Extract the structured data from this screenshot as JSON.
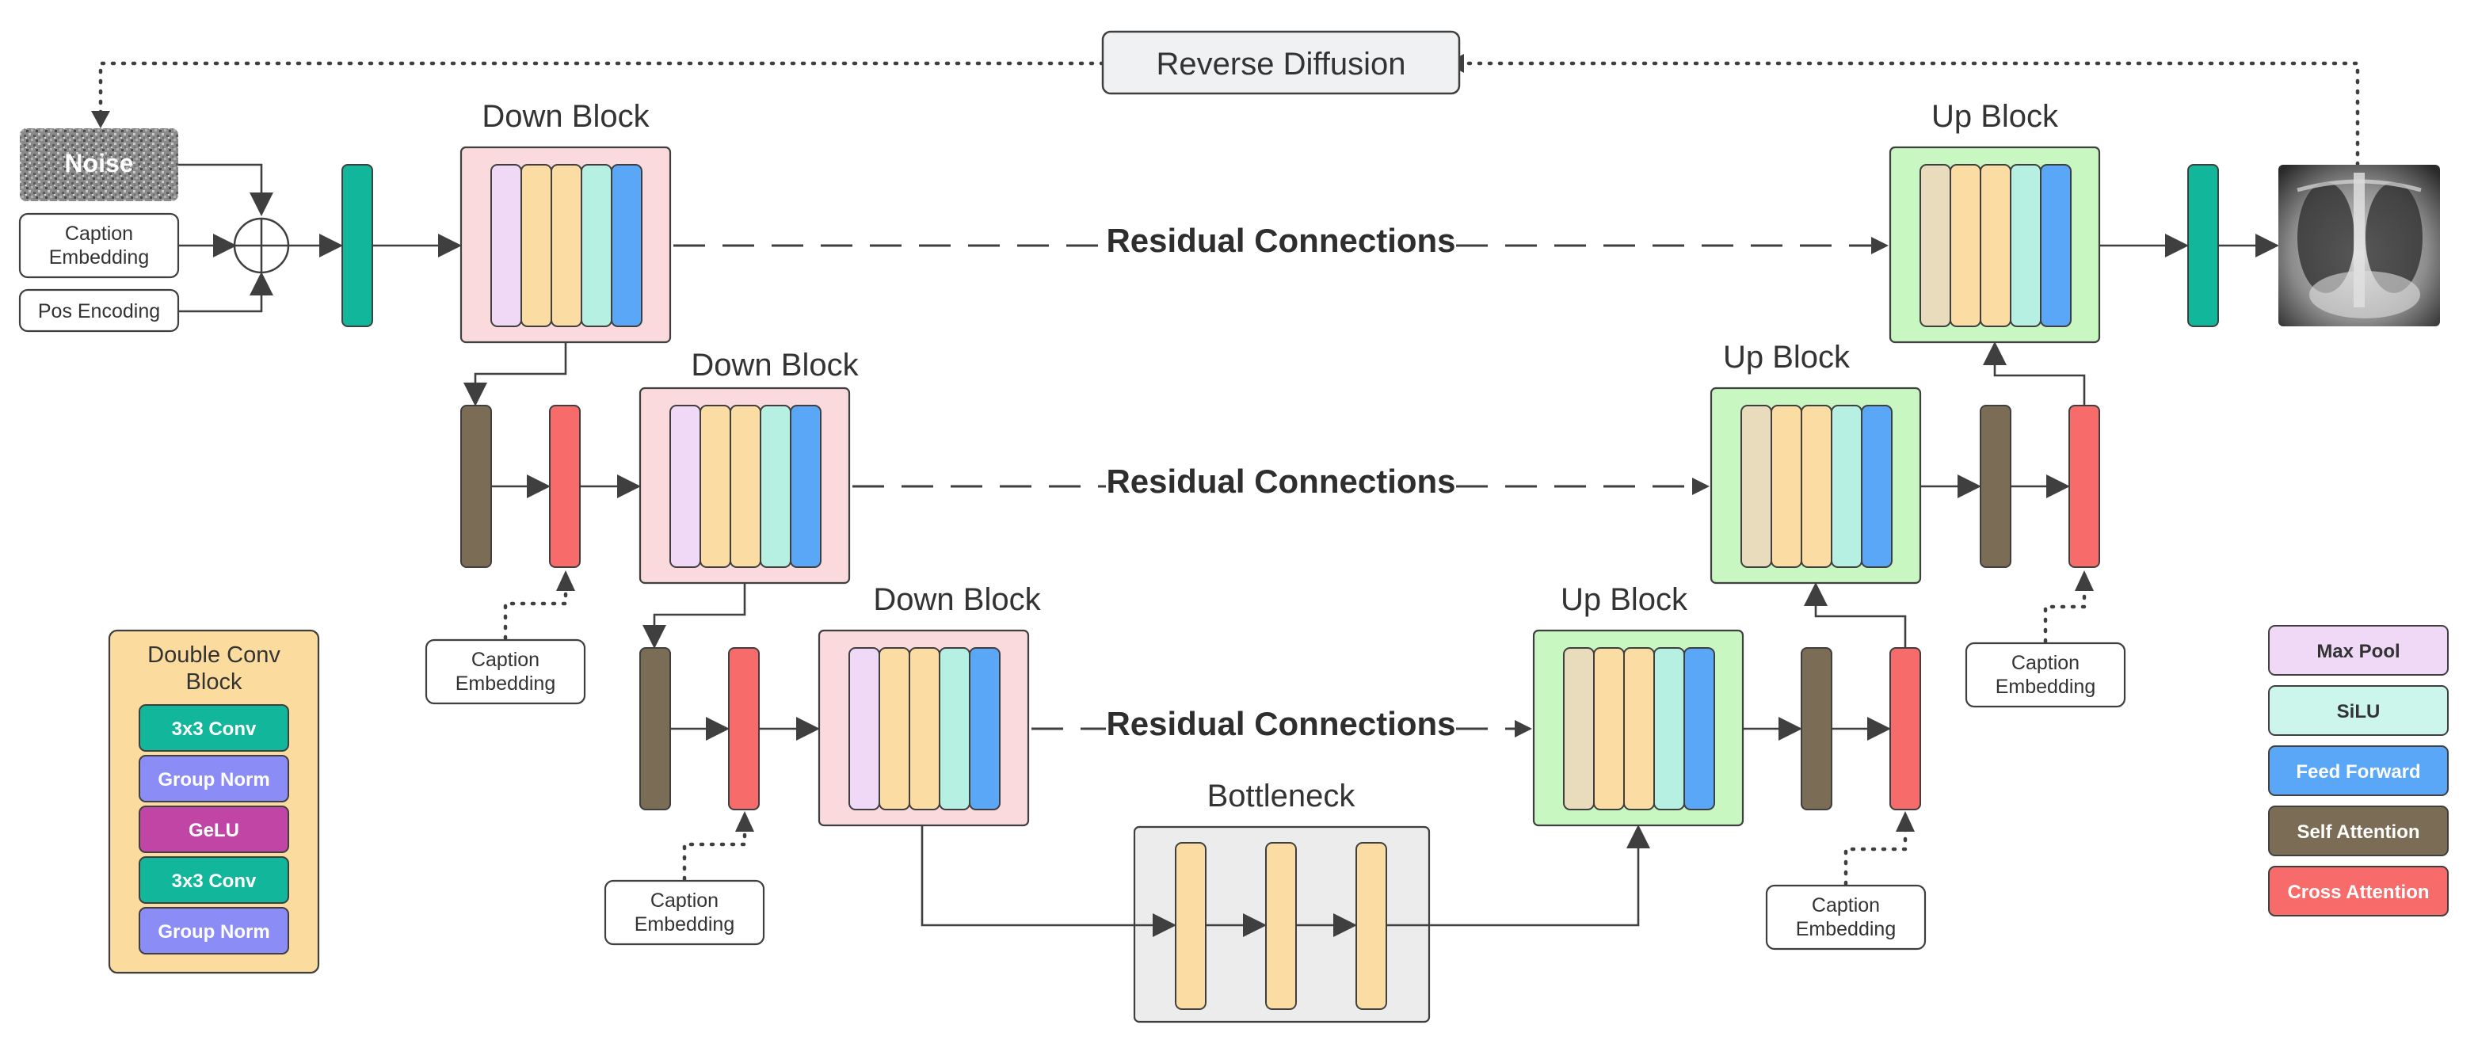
{
  "top": {
    "reverse_diffusion": "Reverse Diffusion"
  },
  "inputs": {
    "noise": "Noise",
    "caption_embedding": "Caption Embedding",
    "pos_encoding": "Pos Encoding"
  },
  "blocks": {
    "down_block": "Down Block",
    "up_block": "Up Block",
    "bottleneck": "Bottleneck"
  },
  "residual_connections": "Residual Connections",
  "caption_embedding": "Caption Embedding",
  "double_conv": {
    "title": "Double Conv Block",
    "layers": [
      "3x3 Conv",
      "Group Norm",
      "GeLU",
      "3x3 Conv",
      "Group Norm"
    ]
  },
  "legend": {
    "items": [
      {
        "label": "Max Pool",
        "color": "#f0d9f7",
        "text_color": "#333333"
      },
      {
        "label": "SiLU",
        "color": "#ccf5ec",
        "text_color": "#333333"
      },
      {
        "label": "Feed Forward",
        "color": "#5aa6f7",
        "text_color": "#ffffff"
      },
      {
        "label": "Self Attention",
        "color": "#7a6c55",
        "text_color": "#ffffff"
      },
      {
        "label": "Cross Attention",
        "color": "#f76b6b",
        "text_color": "#ffffff"
      }
    ]
  },
  "colors": {
    "teal": "#11b69b",
    "brown": "#7a6c55",
    "red": "#f76b6b",
    "down_block_bg": "#fadadd",
    "up_block_bg": "#c9f7c1",
    "bottleneck_bg": "#ececec",
    "double_conv_bg": "#fbdb9e",
    "group_norm": "#8b8cf5",
    "gelu": "#c045a5",
    "beige": "#e8dcbd",
    "orange": "#fbdca3",
    "mint": "#b6f0e2",
    "blue": "#5aa6f7",
    "lilac": "#f0d9f7"
  }
}
